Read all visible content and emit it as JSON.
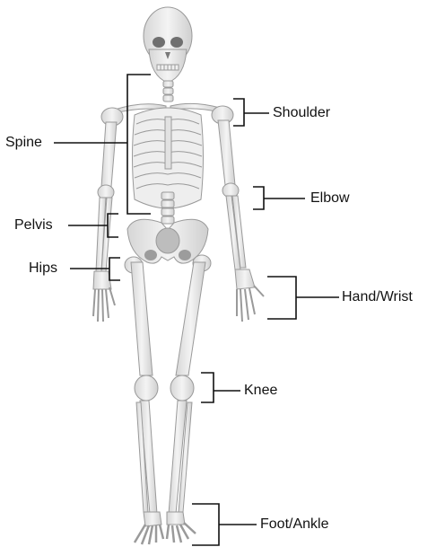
{
  "diagram": {
    "labels": {
      "shoulder": "Shoulder",
      "spine": "Spine",
      "elbow": "Elbow",
      "pelvis": "Pelvis",
      "hips": "Hips",
      "hand_wrist": "Hand/Wrist",
      "knee": "Knee",
      "foot_ankle": "Foot/Ankle"
    },
    "colors": {
      "bone_fill": "#e9e9e9",
      "bone_stroke": "#9a9a9a",
      "bone_shadow": "#c8c8c8",
      "callout_line": "#111111"
    }
  }
}
